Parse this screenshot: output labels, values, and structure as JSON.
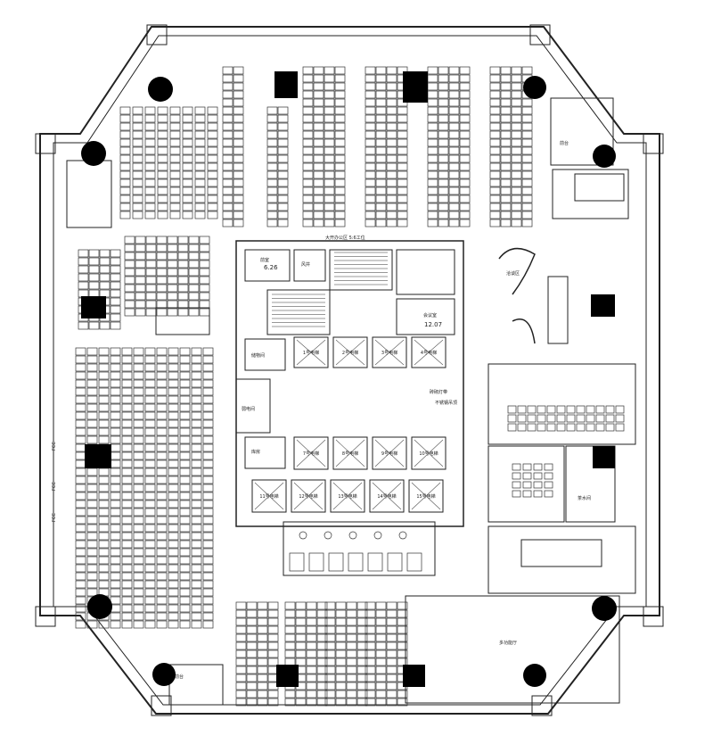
{
  "floor_plan": {
    "core_labels": {
      "top_banner": "大开办公区  5:6工位",
      "top_left_area": "6.26",
      "right_area": "12.07",
      "note_line1": "砖砌灯带",
      "note_line2": "不锈钢吊顶",
      "room_left_mid": "弱电间",
      "room_left_lower": "库房",
      "room_left_top": "前室",
      "room_shaft": "风井",
      "room_storage": "储物间",
      "room_right_conf": "会议室",
      "room_lounge": "洽谈区",
      "room_pantry": "茶水间",
      "room_large_conf": "多功能厅",
      "room_reception_bl": "前台",
      "room_reception_tr": "前台",
      "side_label_1": "FCC",
      "side_label_2": "FCC",
      "side_label_3": "FCC"
    },
    "elevators": {
      "upper_row": [
        "1号电梯",
        "2号电梯",
        "3号电梯",
        "4号电梯"
      ],
      "middle_row": [
        "7号电梯",
        "8号电梯",
        "9号电梯",
        "10号电梯"
      ],
      "lower_row": [
        "11号电梯",
        "12号电梯",
        "13号电梯",
        "14号电梯",
        "15号电梯"
      ]
    },
    "colors": {
      "line": "#222222",
      "fill_black": "#000000",
      "background": "#ffffff"
    }
  }
}
